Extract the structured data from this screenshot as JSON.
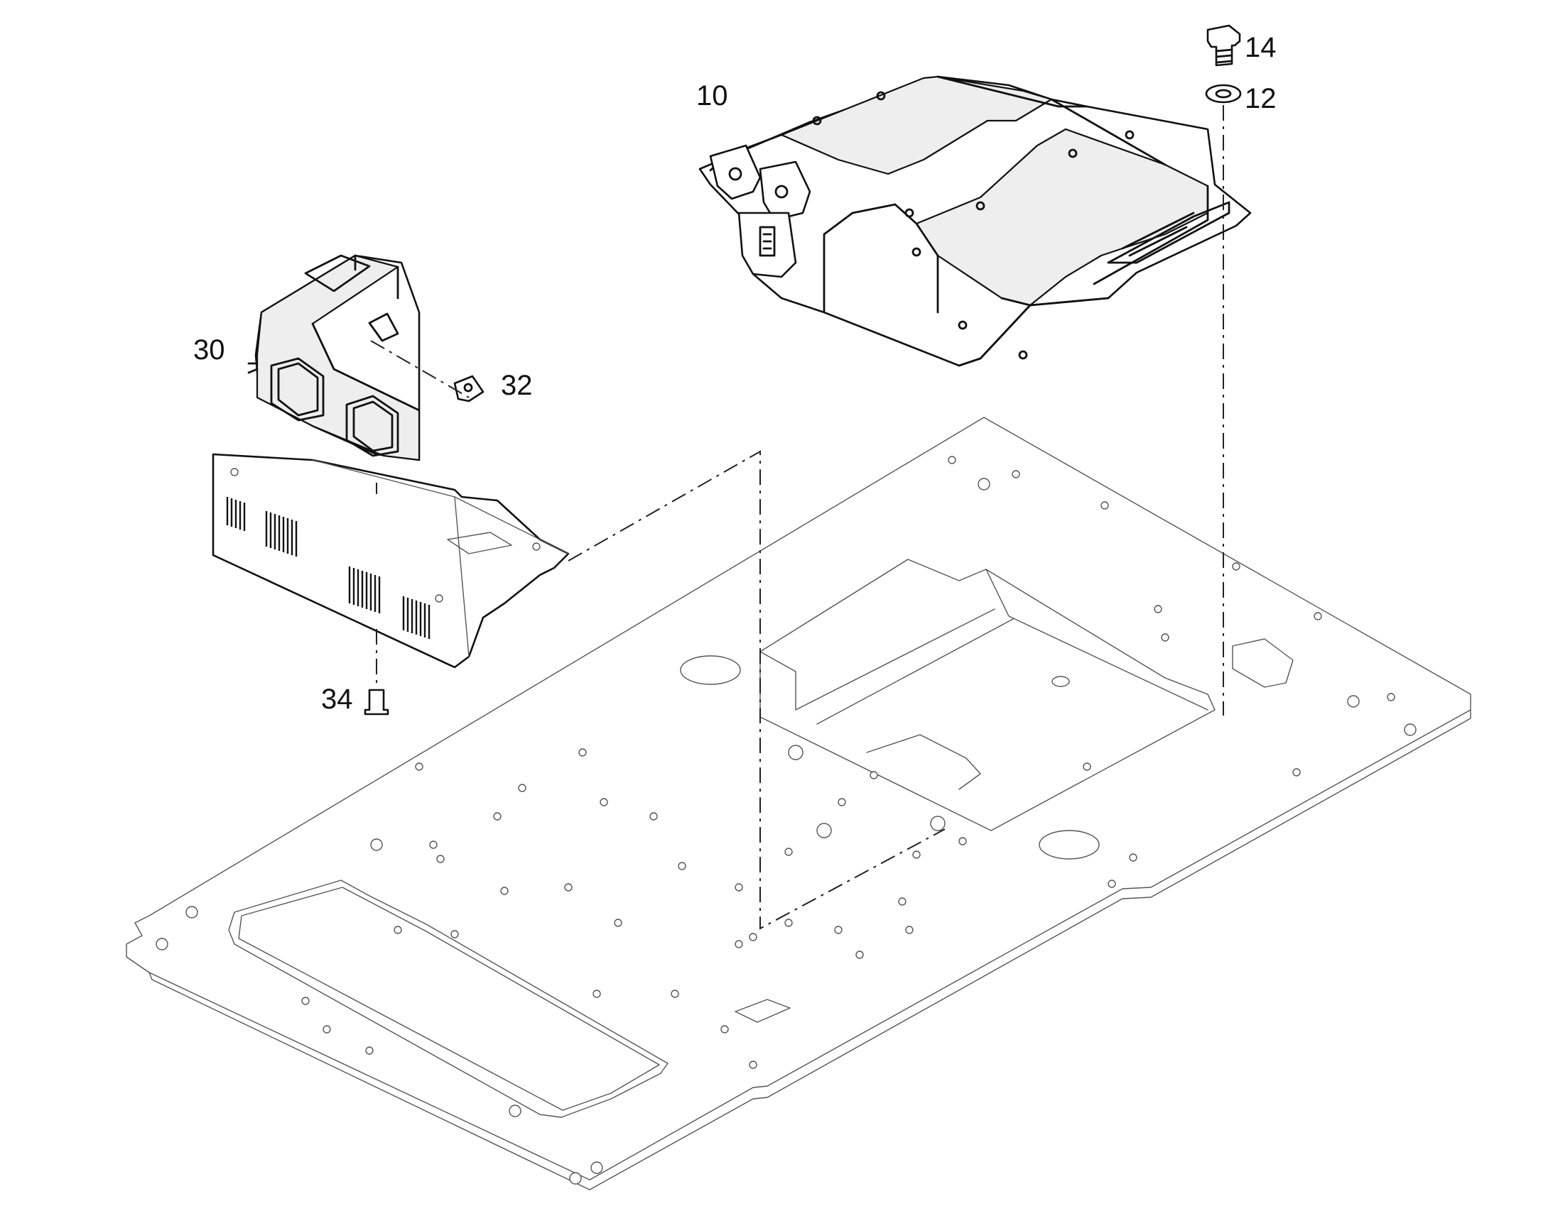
{
  "callouts": {
    "c10": "10",
    "c12": "12",
    "c14": "14",
    "c30": "30",
    "c32": "32",
    "c34": "34"
  },
  "colors": {
    "line": "#111111",
    "thin_line": "#555555",
    "background": "#ffffff"
  }
}
